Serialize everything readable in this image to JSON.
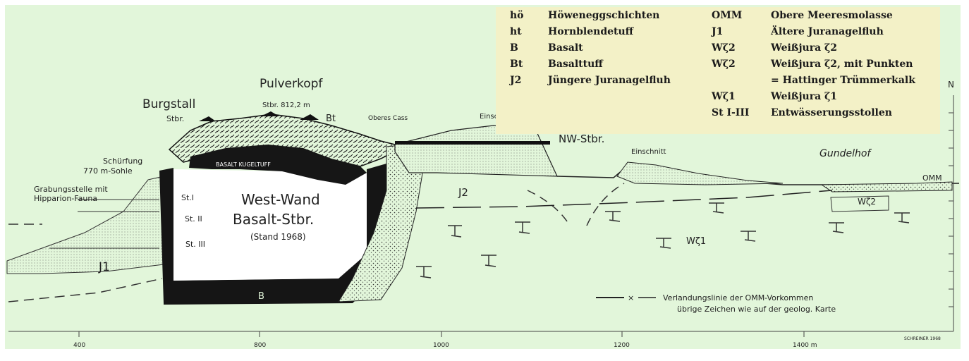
{
  "legend": {
    "left": [
      {
        "code": "hö",
        "text": "Höweneggschichten"
      },
      {
        "code": "ht",
        "text": "Hornblendetuff"
      },
      {
        "code": "B",
        "text": "Basalt"
      },
      {
        "code": "Bt",
        "text": "Basalttuff"
      },
      {
        "code": "J2",
        "text": "Jüngere Juranagelfluh"
      }
    ],
    "right": [
      {
        "code": "OMM",
        "text": "Obere Meeresmolasse"
      },
      {
        "code": "J1",
        "text": "Ältere Juranagelfluh"
      },
      {
        "code": "Wζ2",
        "text": "Weißjura ζ2"
      },
      {
        "code": "Wζ2",
        "text": "Weißjura ζ2, mit Punkten"
      },
      {
        "code": "",
        "text": "= Hattinger Trümmerkalk"
      },
      {
        "code": "Wζ1",
        "text": "Weißjura ζ1"
      },
      {
        "code": "St I-III",
        "text": "Entwässerungsstollen"
      }
    ]
  },
  "labels": {
    "burgstall": "Burgstall",
    "pulverkopf": "Pulverkopf",
    "stbr_height": "Stbr. 812,2 m",
    "bt": "Bt",
    "stbr": "Stbr.",
    "oberes_cass": "Oberes Cass",
    "einschnitt1": "Einschnitt",
    "einschnitt2": "Einschnitt",
    "nw_stbr": "NW-Stbr.",
    "gundelhof": "Gundelhof",
    "omm": "OMM",
    "schurfung": "Schürfung",
    "sohle": "770 m-Sohle",
    "grabung1": "Grabungsstelle mit",
    "grabung2": "Hipparion-Fauna",
    "st1": "St.I",
    "st2": "St. II",
    "st3": "St. III",
    "basalt_kugeltuff": "BASALT KUGELTUFF",
    "west_wand": "West-Wand",
    "basalt_stbr": "Basalt-Stbr.",
    "stand": "(Stand 1968)",
    "b": "B",
    "j1": "J1",
    "j2": "J2",
    "wz1": "Wζ1",
    "wz2": "Wζ2",
    "n": "N",
    "foot1": "Verlandungslinie der OMM-Vorkommen",
    "foot2": "übrige Zeichen wie auf der geolog. Karte",
    "credit": "SCHREINER 1968"
  },
  "axis": {
    "ticks": [
      "400",
      "800",
      "1000",
      "1200",
      "1400 m"
    ]
  },
  "colors": {
    "background": "#e2f6da",
    "legend_bg": "#f3f1c7",
    "ink": "#1a1a1a"
  }
}
